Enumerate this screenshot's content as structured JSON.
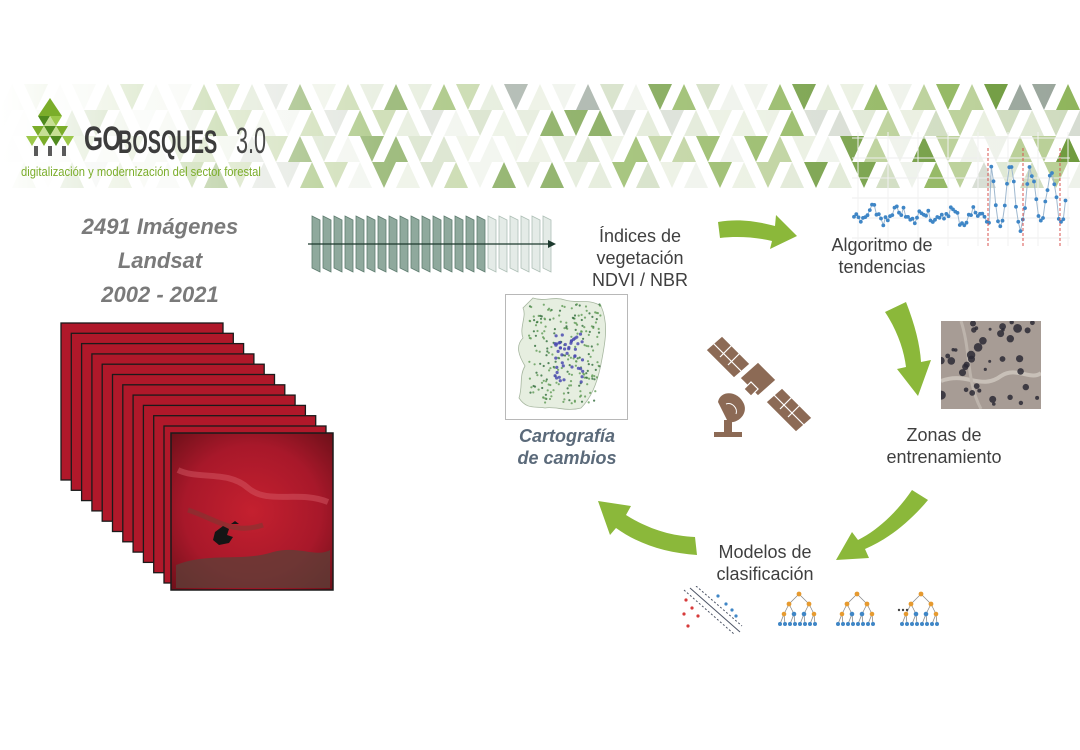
{
  "logo": {
    "go": "GO",
    "bosques": "BOSQUES",
    "version": "3.0",
    "tagline": "digitalización y modernización del sector forestal"
  },
  "imagery": {
    "line1": "2491 Imágenes",
    "line2": "Landsat",
    "line3": "2002 - 2021"
  },
  "steps": {
    "indices_1": "Índices de",
    "indices_2": "vegetación",
    "indices_3": "NDVI / NBR",
    "algoritmo_1": "Algoritmo de",
    "algoritmo_2": "tendencias",
    "zonas_1": "Zonas de",
    "zonas_2": "entrenamiento",
    "modelos_1": "Modelos de",
    "modelos_2": "clasificación",
    "cartografia_1": "Cartografía",
    "cartografia_2": "de cambios"
  },
  "colors": {
    "arrow_green": "#8bb83a",
    "brand_green": "#7bad2a",
    "satellite_brown": "#8c6a55",
    "landsat_red": "#b0182a",
    "stack_teal": "#8fa99d",
    "trend_point": "#3f86c6",
    "tree_orange": "#e69a2f",
    "tree_blue": "#3f86c6"
  },
  "icons": [
    "triangle-tree-logo-icon",
    "satellite-icon",
    "cycle-arrow-icon"
  ]
}
